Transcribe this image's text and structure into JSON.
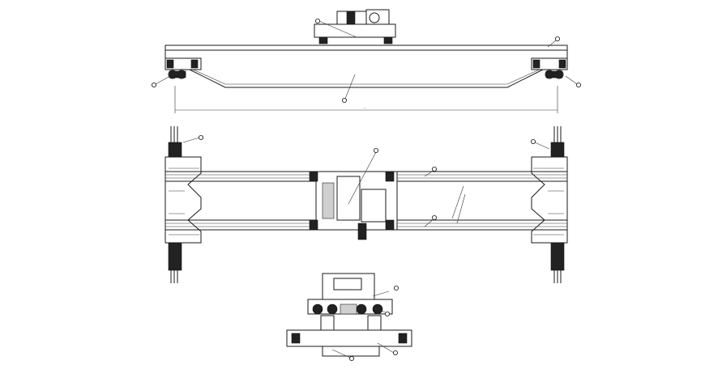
{
  "drawing": {
    "views": [
      "side-elevation",
      "plan-view",
      "end-elevation"
    ],
    "dimension_label": "—"
  }
}
